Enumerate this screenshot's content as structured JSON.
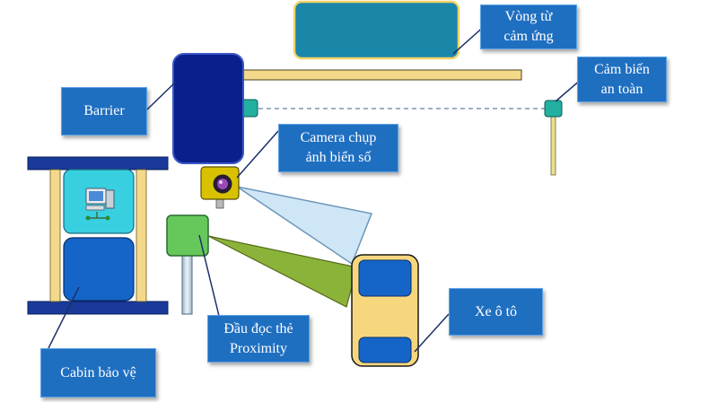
{
  "labels": {
    "loop": [
      "Vòng từ",
      "cảm ứng"
    ],
    "barrier": "Barrier",
    "safety_sensor": [
      "Cảm biến",
      "an toàn"
    ],
    "camera": [
      "Camera chụp",
      "ảnh biển số"
    ],
    "card_reader": [
      "Đầu đọc thẻ",
      "Proximity"
    ],
    "car": "Xe ô tô",
    "cabin": "Cabin bảo vệ"
  },
  "colors": {
    "label_bg": "#1f6fc1",
    "barrier": "#0b1f8c",
    "loop": "#1a87a8",
    "loop_border": "#f2d36b",
    "arm": "#f4d98a",
    "camera": "#d8c200",
    "car_body": "#f7d77e",
    "car_window": "#1565c8",
    "reader": "#66c85a",
    "cabin_frame": "#1a3a9a",
    "monitor": "#38d0e0",
    "beam_camera": "#cfe6f7",
    "beam_reader": "#8bb33a"
  }
}
